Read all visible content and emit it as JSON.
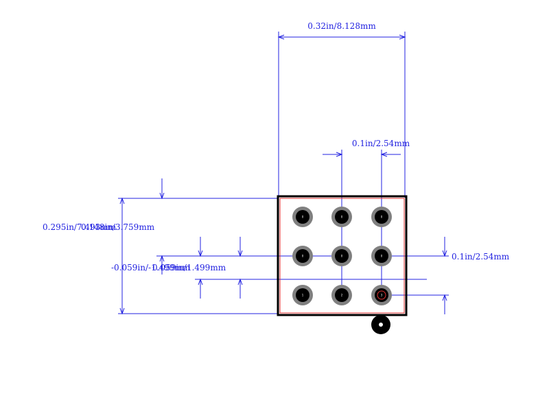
{
  "dimensions": {
    "overall_width": "0.32in/8.128mm",
    "pitch_x": "0.1in/2.54mm",
    "pitch_y": "0.1in/2.54mm",
    "overall_height": "0.295in/7.493mm",
    "row_offset": "0.148in/3.759mm",
    "pin_offset_a": "-0.059in/-1.499mm",
    "pin_offset_b": "0.059in/1.499mm"
  },
  "pads": [
    {
      "label": "0"
    },
    {
      "label": "0"
    },
    {
      "label": "0"
    },
    {
      "label": "0"
    },
    {
      "label": "0"
    },
    {
      "label": "0"
    },
    {
      "label": "1"
    },
    {
      "label": "2"
    },
    {
      "label": "3"
    }
  ],
  "colors": {
    "dimension_line": "#2020e0",
    "outline": "#000000",
    "courtyard": "#e03030",
    "pad_ring": "#808080",
    "pad_hole": "#000000"
  }
}
